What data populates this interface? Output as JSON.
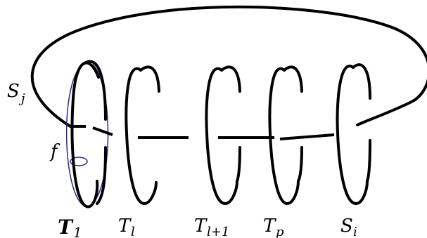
{
  "diagram": {
    "labels": {
      "outer_loop": "S",
      "outer_loop_sub": "j",
      "meridian": "f",
      "tori": [
        {
          "base": "T",
          "sub": "1"
        },
        {
          "base": "T",
          "sub": "l"
        },
        {
          "base": "T",
          "sub": "l+1"
        },
        {
          "base": "T",
          "sub": "p"
        },
        {
          "base": "S",
          "sub": "i"
        }
      ]
    },
    "colors": {
      "stroke": "#000000",
      "meridian_curve": "#2a2a8a"
    }
  }
}
